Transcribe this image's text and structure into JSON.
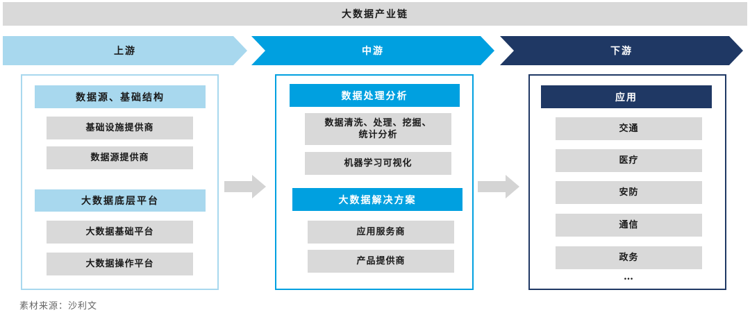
{
  "title": "大数据产业链",
  "stages": [
    {
      "label": "上游",
      "color": "#a8d8ee",
      "text_color": "#1a1a1a"
    },
    {
      "label": "中游",
      "color": "#00a0e0",
      "text_color": "#ffffff"
    },
    {
      "label": "下游",
      "color": "#1f3864",
      "text_color": "#ffffff"
    }
  ],
  "upstream": {
    "border_color": "#a8d8ee",
    "groups": [
      {
        "header": "数据源、基础结构",
        "items": [
          "基础设施提供商",
          "数据源提供商"
        ]
      },
      {
        "header": "大数据底层平台",
        "items": [
          "大数据基础平台",
          "大数据操作平台"
        ]
      }
    ]
  },
  "midstream": {
    "border_color": "#00a0e0",
    "groups": [
      {
        "header": "数据处理分析",
        "items": [
          "数据清洗、处理、挖掘、\n统计分析",
          "机器学习可视化"
        ]
      },
      {
        "header": "大数据解决方案",
        "items": [
          "应用服务商",
          "产品提供商"
        ]
      }
    ]
  },
  "downstream": {
    "border_color": "#1f3864",
    "header": "应用",
    "items": [
      "交通",
      "医疗",
      "安防",
      "通信",
      "政务"
    ],
    "more": "…"
  },
  "source": "素材来源：沙利文"
}
